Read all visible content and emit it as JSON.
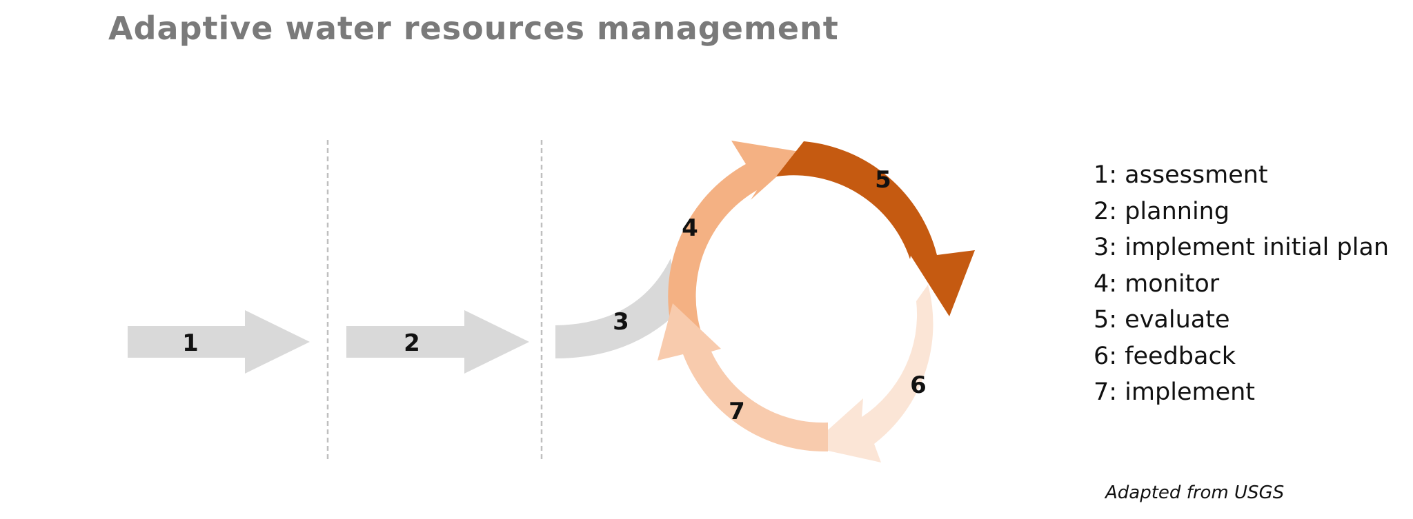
{
  "title": "Adaptive water resources management",
  "steps": {
    "s1": "1",
    "s2": "2",
    "s3": "3",
    "s4": "4",
    "s5": "5",
    "s6": "6",
    "s7": "7"
  },
  "legend": [
    "1: assessment",
    "2: planning",
    "3: implement initial plan",
    "4: monitor",
    "5: evaluate",
    "6: feedback",
    "7: implement"
  ],
  "credit": "Adapted from USGS",
  "colors": {
    "gray_arrow": "#d9d9d9",
    "monitor": "#f4b183",
    "evaluate": "#c55a11",
    "feedback": "#fbe5d6",
    "implement": "#f8cbad",
    "divider": "#bfbfbf",
    "title": "#7a7a7a"
  }
}
